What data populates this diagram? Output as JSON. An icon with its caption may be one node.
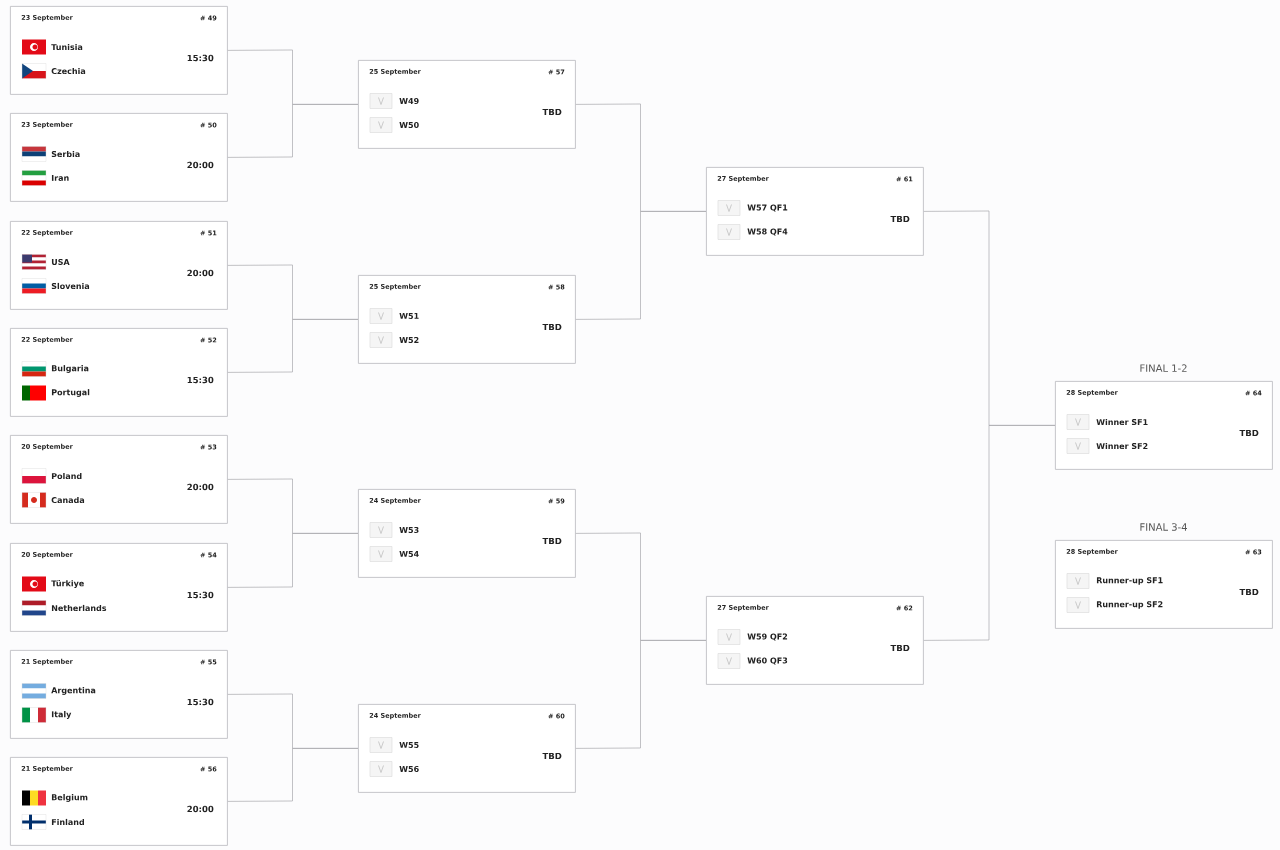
{
  "diagram": {
    "nodes": [
      {
        "text": [
          "23 September",
          "# 49",
          "Tunisia",
          "Czechia",
          "15:30"
        ]
      },
      {
        "text": [
          "23 September",
          "# 50",
          "Serbia",
          "Iran",
          "20:00"
        ]
      },
      {
        "text": [
          "22 September",
          "# 51",
          "USA",
          "Slovenia",
          "20:00"
        ]
      },
      {
        "text": [
          "22 September",
          "# 52",
          "Bulgaria",
          "Portugal",
          "15:30"
        ]
      },
      {
        "text": [
          "20 September",
          "# 53",
          "Poland",
          "Canada",
          "20:00"
        ]
      },
      {
        "text": [
          "20 September",
          "# 54",
          "Türkiye",
          "Netherlands",
          "15:30"
        ]
      },
      {
        "text": [
          "21 September",
          "# 55",
          "Argentina",
          "Italy",
          "15:30"
        ]
      },
      {
        "text": [
          "21 September",
          "# 56",
          "Belgium",
          "Finland",
          "20:00"
        ]
      },
      {
        "text": [
          "25 September",
          "# 57",
          "W49",
          "W50",
          "TBD"
        ]
      },
      {
        "text": [
          "25 September",
          "# 58",
          "W51",
          "W52",
          "TBD"
        ]
      },
      {
        "text": [
          "24 September",
          "# 59",
          "W53",
          "W54",
          "TBD"
        ]
      },
      {
        "text": [
          "24 September",
          "# 60",
          "W55",
          "W56",
          "TBD"
        ]
      },
      {
        "text": [
          "27 September",
          "# 61",
          "W57 QF1",
          "W58 QF4",
          "TBD"
        ]
      },
      {
        "text": [
          "27 September",
          "# 62",
          "W59 QF2",
          "W60 QF3",
          "TBD"
        ]
      },
      {
        "text": [
          "FINAL 1-2",
          "28 September",
          "# 64",
          "Winner SF1",
          "Winner SF2",
          "TBD"
        ]
      },
      {
        "text": [
          "FINAL 3-4",
          "28 September",
          "# 63",
          "Runner-up SF1",
          "Runner-up SF2",
          "TBD"
        ]
      }
    ],
    "edges": [
      {
        "from": 0,
        "to": 8,
        "arrow": "none"
      },
      {
        "from": 1,
        "to": 8,
        "arrow": "none"
      },
      {
        "from": 2,
        "to": 9,
        "arrow": "none"
      },
      {
        "from": 3,
        "to": 9,
        "arrow": "none"
      },
      {
        "from": 4,
        "to": 10,
        "arrow": "none"
      },
      {
        "from": 5,
        "to": 10,
        "arrow": "none"
      },
      {
        "from": 6,
        "to": 11,
        "arrow": "none"
      },
      {
        "from": 7,
        "to": 11,
        "arrow": "none"
      },
      {
        "from": 8,
        "to": 12,
        "arrow": "none"
      },
      {
        "from": 9,
        "to": 12,
        "arrow": "none"
      },
      {
        "from": 10,
        "to": 13,
        "arrow": "none"
      },
      {
        "from": 11,
        "to": 13,
        "arrow": "none"
      },
      {
        "from": 12,
        "to": 14,
        "arrow": "none"
      },
      {
        "from": 13,
        "to": 14,
        "arrow": "none"
      }
    ]
  }
}
